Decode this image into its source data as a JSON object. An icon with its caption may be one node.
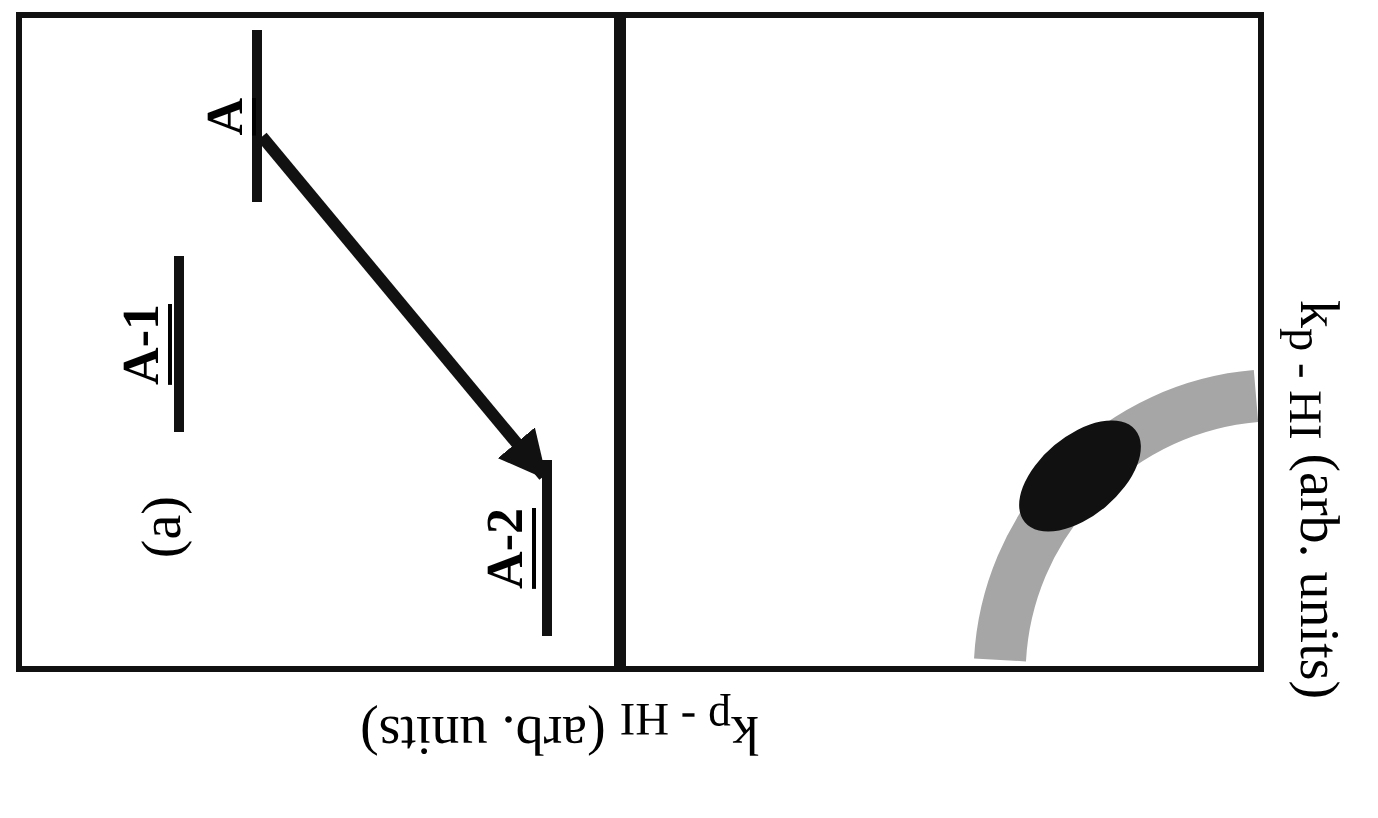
{
  "diagram": {
    "nodes": [
      {
        "text": [
          "A"
        ]
      },
      {
        "text": [
          "A-1"
        ]
      },
      {
        "text": [
          "A-2"
        ]
      }
    ],
    "edges": [
      {
        "from": 0,
        "to": 2,
        "arrow": "to"
      }
    ],
    "labels": [
      "(a)",
      "k$_{p - HI}$ (arb. units)",
      "k$_{p - HI}$ (arb. units)"
    ]
  }
}
